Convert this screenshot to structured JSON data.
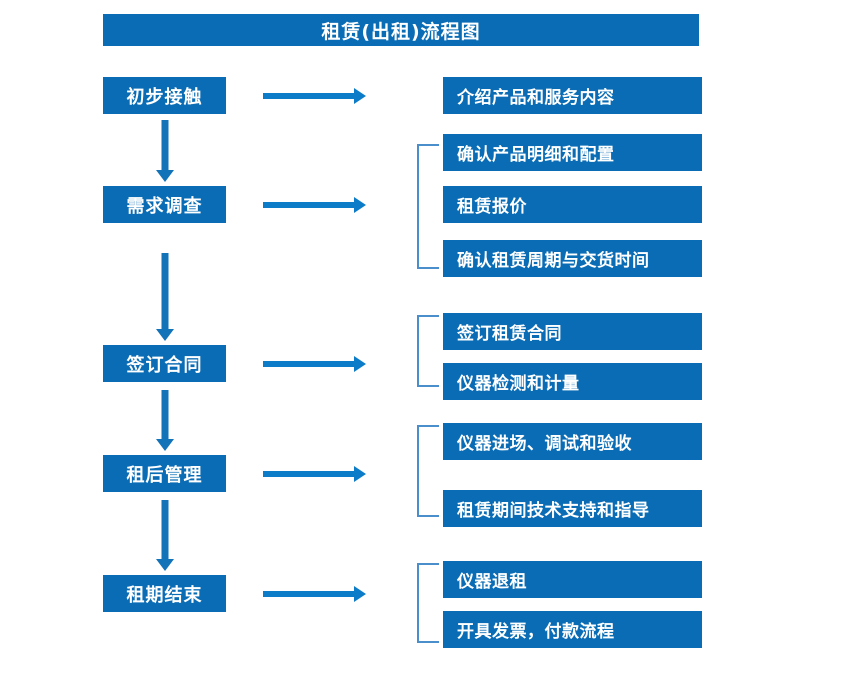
{
  "diagram": {
    "title": "租赁(出租)流程图",
    "colors": {
      "box_blue": "#0A6CB5",
      "arrow_blue": "#0C7CC8",
      "vertical_arrow_blue": "#1273B8",
      "bracket_blue": "#4A8FCB",
      "text_white": "#FFFFFF",
      "background": "#FFFFFF"
    },
    "stages": [
      {
        "label": "初步接触"
      },
      {
        "label": "需求调查"
      },
      {
        "label": "签订合同"
      },
      {
        "label": "租后管理"
      },
      {
        "label": "租期结束"
      }
    ],
    "details": [
      {
        "label": "介绍产品和服务内容"
      },
      {
        "label": "确认产品明细和配置"
      },
      {
        "label": "租赁报价"
      },
      {
        "label": "确认租赁周期与交货时间"
      },
      {
        "label": "签订租赁合同"
      },
      {
        "label": "仪器检测和计量"
      },
      {
        "label": "仪器进场、调试和验收"
      },
      {
        "label": "租赁期间技术支持和指导"
      },
      {
        "label": "仪器退租"
      },
      {
        "label": "开具发票，付款流程"
      }
    ]
  }
}
